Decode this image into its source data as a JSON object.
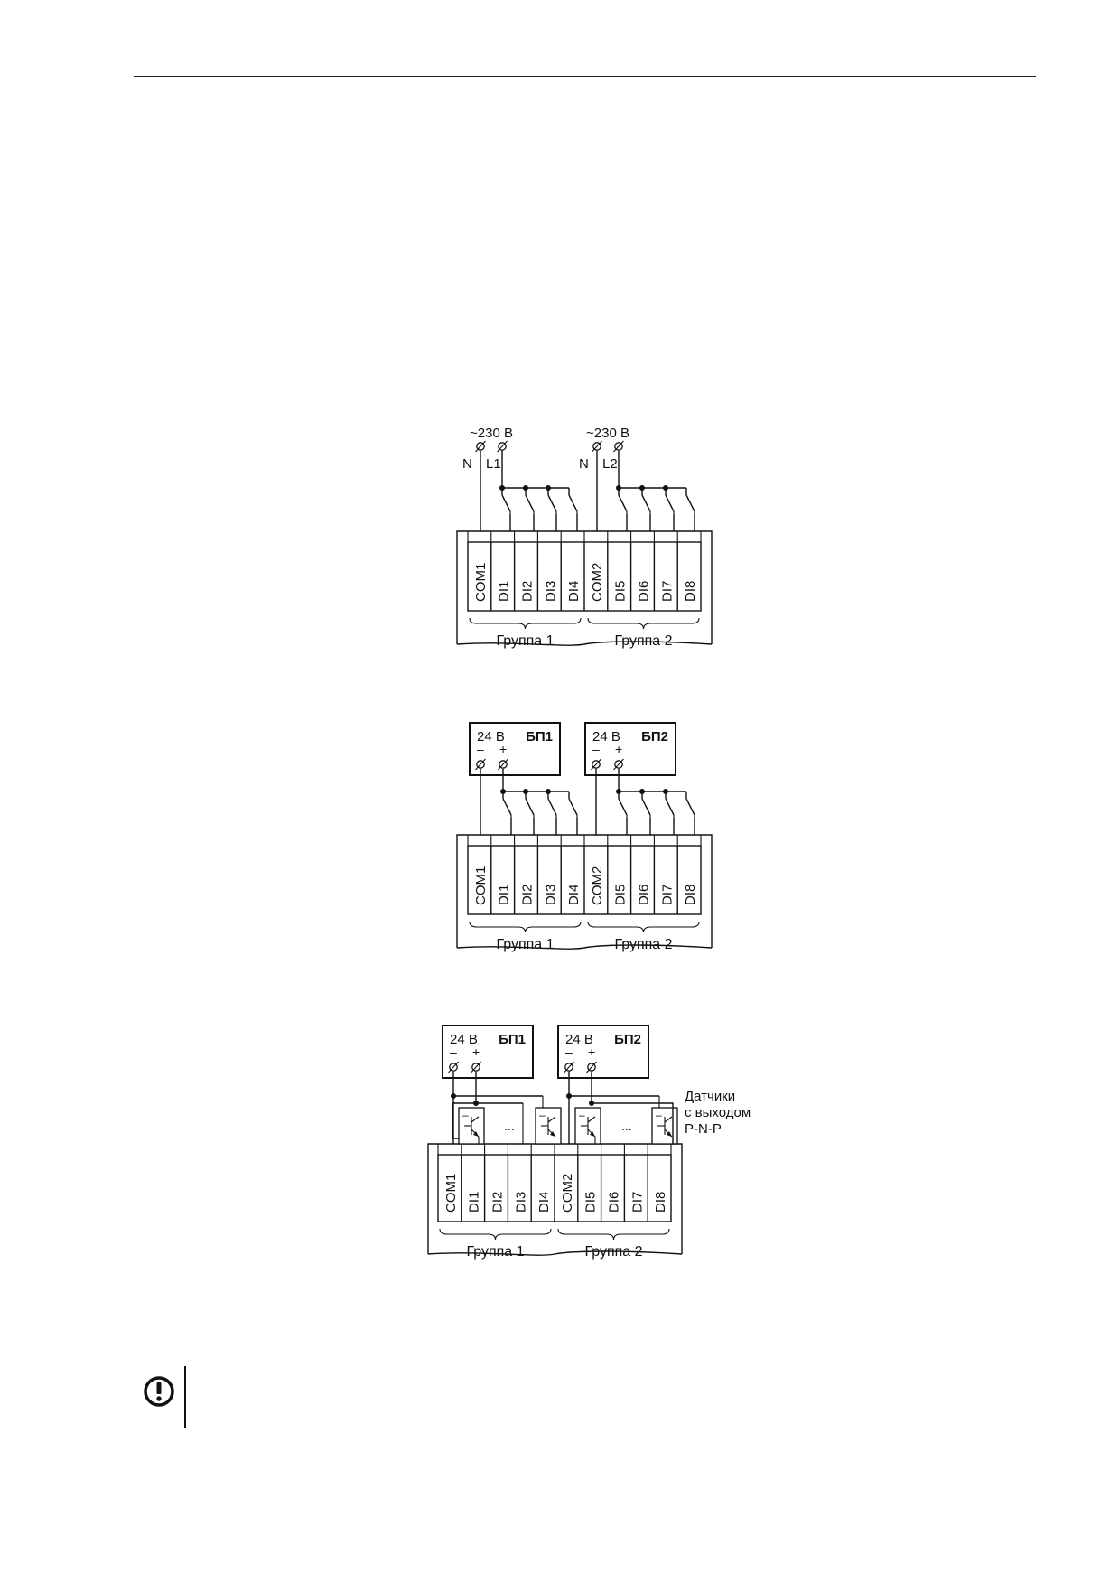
{
  "terminals": [
    "COM1",
    "DI1",
    "DI2",
    "DI3",
    "DI4",
    "COM2",
    "DI5",
    "DI6",
    "DI7",
    "DI8"
  ],
  "groups": [
    "Группа 1",
    "Группа 2"
  ],
  "fig1": {
    "supply1": {
      "voltage": "~230 В",
      "n": "N",
      "l": "L1"
    },
    "supply2": {
      "voltage": "~230 В",
      "n": "N",
      "l": "L2"
    }
  },
  "fig2": {
    "psu1": {
      "voltage": "24 В",
      "name": "БП1",
      "minus": "–",
      "plus": "+"
    },
    "psu2": {
      "voltage": "24 В",
      "name": "БП2",
      "minus": "–",
      "plus": "+"
    }
  },
  "fig3": {
    "psu1": {
      "voltage": "24 В",
      "name": "БП1",
      "minus": "–",
      "plus": "+"
    },
    "psu2": {
      "voltage": "24 В",
      "name": "БП2",
      "minus": "–",
      "plus": "+"
    },
    "sensor_minus": "–",
    "ellipsis": "...",
    "sensor_label": [
      "Датчики",
      "с выходом",
      "P-N-P"
    ]
  },
  "notice": {
    "icon": "exclamation-circle-icon"
  }
}
